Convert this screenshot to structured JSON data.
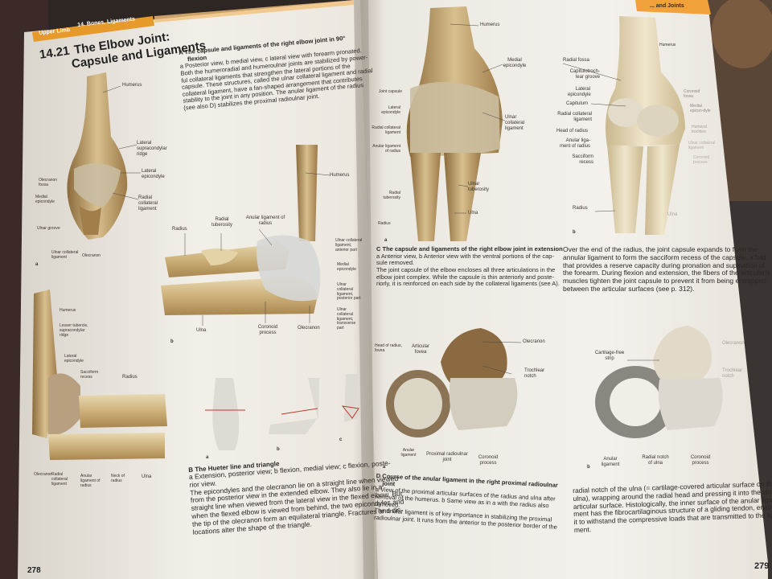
{
  "left_page": {
    "header_section": "Upper Limb",
    "header_chapter": "14. Bones, Ligaments",
    "heading_number": "14.21",
    "heading_line1": "The Elbow Joint:",
    "heading_line2": "Capsule and Ligaments",
    "caption_a_title1": "A The capsule and ligaments of the right elbow joint in 90°",
    "caption_a_title2": "flexion",
    "caption_a_lines": [
      "a Posterior view, b medial view, c lateral view with forearm pronated.",
      "Both the humeroradial and humeroulnar joints are stabilized by power-",
      "ful collateral ligaments that strengthen the lateral portions of the",
      "capsule. These structures, called the ulnar collateral ligament and radial",
      "collateral ligament, have a fan-shaped arrangement that contributes",
      "stability to the joint in any position. The anular ligament of the radius",
      "(see also D) stabilizes the proximal radioulnar joint."
    ],
    "fig1_labels": {
      "humerus": "Humerus",
      "lateral_supracondylar": "Lateral supracondylar ridge",
      "lateral_epicondyle": "Lateral epicondyle",
      "radial_collateral": "Radial collateral ligament",
      "olecranon_fossa": "Olecranon fossa",
      "medial_epicondyle": "Medial epicondyle",
      "ulnar_groove": "Ulnar groove",
      "ulnar_collateral": "Ulnar collateral ligament",
      "olecranon": "Olecranon",
      "letter": "a"
    },
    "fig2_labels": {
      "humerus": "Humerus",
      "radius": "Radius",
      "radial_tuberosity": "Radial tuberosity",
      "anular_ligament": "Anular ligament of radius",
      "ulnar_coll_ant": "Ulnar collateral ligament, anterior part",
      "medial_epicondyle": "Medial epicondyle",
      "ulnar_coll_post": "Ulnar collateral ligament, posterior part",
      "ulnar_coll_trans": "Ulnar collateral ligament, transverse part",
      "ulna": "Ulna",
      "coronoid": "Coronoid process",
      "olecranon": "Olecranon",
      "letter": "b"
    },
    "fig3_labels": {
      "humerus": "Humerus",
      "lesser_tubercle": "Lesser tubercle, supracondylar ridge",
      "lateral_epicondyle": "Lateral epicondyle",
      "sacciform": "Sacciform recess",
      "radius": "Radius",
      "olecranon": "Olecranon",
      "radial_collateral": "Radial collateral ligament",
      "anular_ligament": "Anular ligament of radius",
      "neck_radius": "Neck of radius",
      "ulna": "Ulna",
      "letter": "c"
    },
    "hueter_letters": [
      "a",
      "b",
      "c"
    ],
    "caption_b_title": "B The Hueter line and triangle",
    "caption_b_lines": [
      "a Extension, posterior view; b flexion, medial view; c flexion, poste-",
      "rior view.",
      "The epicondyles and the olecranon lie on a straight line when viewed",
      "from the posterior view in the extended elbow. They also lie in a",
      "straight line when viewed from the lateral view in the flexed elbow. But",
      "when the flexed elbow is viewed from behind, the two epicondyles and",
      "the tip of the olecranon form an equilateral triangle. Fractures and dis-",
      "locations alter the shape of the triangle."
    ],
    "page_number": "278"
  },
  "right_page": {
    "header": "... and Joints",
    "figC_left": {
      "humerus": "Humerus",
      "medial_epicondyle": "Medial epicondyle",
      "joint_capsule": "Joint capsule",
      "lateral_epicondyle": "Lateral epicondyle",
      "radial_collateral": "Radial collateral ligament",
      "anular_ligament": "Anular ligament of radius",
      "ulnar_collateral": "Ulnar collateral ligament",
      "radial_tuberosity": "Radial tuberosity",
      "ulnar_tuberosity": "Ulnar tuberosity",
      "radius": "Radius",
      "ulna": "Ulna",
      "letter": "a"
    },
    "figC_right": {
      "humerus": "Humerus",
      "radial_fossa": "Radial fossa",
      "capitulotrochlear": "Capitulotroch-lear groove",
      "lateral_epicondyle": "Lateral epicondyle",
      "capitulum": "Capitulum",
      "radial_collateral": "Radial collateral ligament",
      "head_radius": "Head of radius",
      "anular_ligament": "Anular liga-ment of radius",
      "sacciform": "Sacciform recess",
      "radius": "Radius",
      "ulna": "Ulna",
      "coronoid_fossa": "Coronoid fossa",
      "medial_epicondyle": "Medial epicon-dyle",
      "humeral_trochlea": "Humeral trochlea",
      "ulnar_collateral": "Ulnar collateral ligament",
      "coronoid": "Coronoid process",
      "letter": "b"
    },
    "caption_c_title": "C The capsule and ligaments of the right elbow joint in extension",
    "caption_c_lines": [
      "a Anterior view, b Anterior view with the ventral portions of the cap-",
      "sule removed.",
      "The joint capsule of the elbow encloses all three articulations in the",
      "elbow joint complex. While the capsule is thin anteriorly and poste-",
      "riorly, it is reinforced on each side by the collateral ligaments (see A)."
    ],
    "caption_c2_lines": [
      "Over the end of the radius, the joint capsule expands to form the",
      "annular ligament to form the sacciform recess of the capsule, a fold",
      "that provides a reserve capacity during pronation and supination of",
      "the forearm. During flexion and extension, the fibers of the articularis",
      "muscles tighten the joint capsule to prevent it from being entrapped",
      "between the articular surfaces (see p. 312)."
    ],
    "figD_left": {
      "head_radius": "Head of radius, fovea",
      "articular_fovea": "Articular fovea",
      "olecranon": "Olecranon",
      "trochlear_notch": "Trochlear notch",
      "anular_ligament": "Anular ligament",
      "proximal_radioulnar": "Proximal radioulnar joint",
      "coronoid": "Coronoid process",
      "letter": "a"
    },
    "figD_right": {
      "cartilage_free": "Cartilage-free strip",
      "olecranon": "Olecranon",
      "trochlear_notch": "Trochlear notch",
      "anular_ligament": "Anular ligament",
      "radial_notch": "Radial notch of ulna",
      "coronoid": "Coronoid process",
      "letter": "b"
    },
    "caption_d_title1": "D Course of the anular ligament in the right proximal radioulnar",
    "caption_d_title2": "joint",
    "caption_d_lines": [
      "a View of the proximal articular surfaces of the radius and ulna after",
      "removal of the humerus. b Same view as in a with the radius also",
      "removed.",
      "The anular ligament is of key importance in stabilizing the proximal",
      "radioulnar joint. It runs from the anterior to the posterior border of the"
    ],
    "caption_d2_lines": [
      "radial notch of the ulna (= cartilage-covered articular surface on the",
      "ulna), wrapping around the radial head and pressing it into the ulnar",
      "articular surface. Histologically, the inner surface of the anular liga-",
      "ment has the fibrocartilaginous structure of a gliding tendon, enabling",
      "it to withstand the compressive loads that are transmitted to the liga-",
      "ment."
    ],
    "page_number": "279"
  }
}
